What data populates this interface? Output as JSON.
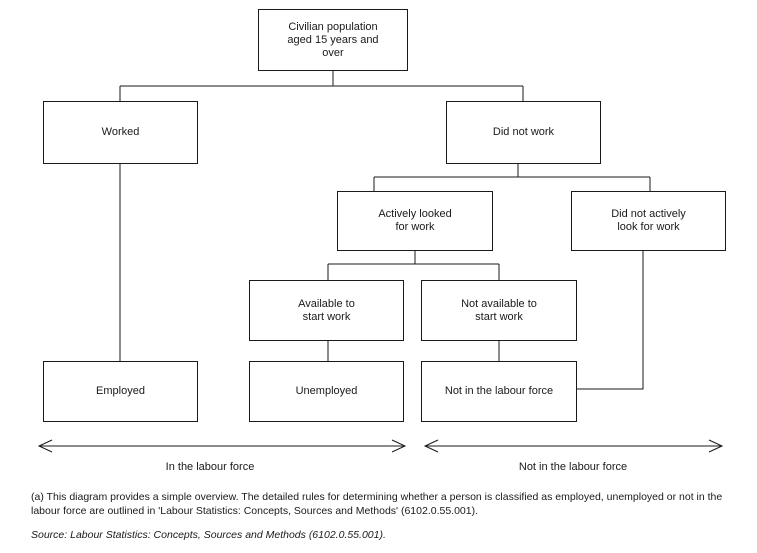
{
  "diagram": {
    "boxes": {
      "civilian": "Civilian population\naged 15 years and\nover",
      "worked": "Worked",
      "did_not_work": "Did not work",
      "actively_looked": "Actively looked\nfor work",
      "did_not_actively_look": "Did not actively\nlook for work",
      "available": "Available to\nstart work",
      "not_available": "Not available to\nstart work",
      "employed": "Employed",
      "unemployed": "Unemployed",
      "not_in_labour_force": "Not in the labour force"
    },
    "ranges": {
      "in_labour_force": "In the labour force",
      "not_in_labour_force": "Not in the labour force"
    }
  },
  "footnote": "(a) This diagram provides a simple overview. The detailed rules for determining whether a person is classified as employed, unemployed or not in the labour force are outlined in 'Labour Statistics: Concepts, Sources and Methods' (6102.0.55.001).",
  "source": "Source: Labour Statistics: Concepts, Sources and Methods (6102.0.55.001)."
}
